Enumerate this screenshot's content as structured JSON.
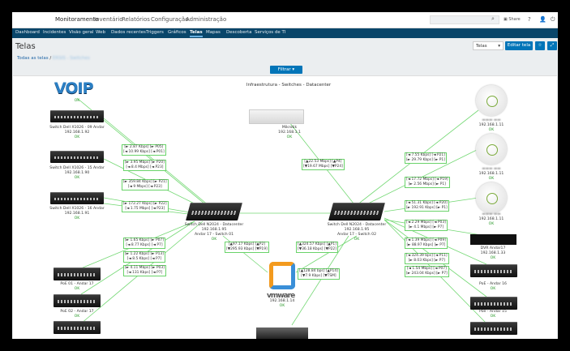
{
  "header": {
    "menu": [
      "Monitoramento",
      "Inventário",
      "Relatórios",
      "Configuração",
      "Administração"
    ],
    "share": "Share",
    "help": "?"
  },
  "nav": [
    "Dashboard",
    "Incidentes",
    "Visão geral",
    "Web",
    "Dados recentes",
    "Triggers",
    "Gráficos",
    "Telas",
    "Mapas",
    "Descoberta",
    "Serviços de TI"
  ],
  "page": {
    "title": "Telas",
    "select": "Telas",
    "edit": "Editar tela",
    "breadcrumb_root": "Todas as telas",
    "breadcrumb_sep": "/",
    "breadcrumb_current": "ERSIS - Switches",
    "filter": "Filtrar ▾"
  },
  "map": {
    "title": "Infraestrutura - Switches - Datacenter",
    "elements": [
      {
        "lines": [],
        "status": "OK"
      },
      {
        "lines": [
          "Switch Dell X1026 - 09 Andar",
          "192.168.1.92"
        ],
        "status": "OK"
      },
      {
        "lines": [
          "Switch Dell X1026 - 15 Andar",
          "192.168.1.90"
        ],
        "status": "OK"
      },
      {
        "lines": [
          "Switch Dell X1026 - 16 Andar",
          "192.168.1.91"
        ],
        "status": "OK"
      },
      {
        "lines": [
          "Mikrotik",
          "192.168.1.1"
        ],
        "status": "OK"
      },
      {
        "lines": [
          "Switch Dell N2024 - Datacenter",
          "192.168.1.95",
          "Andar 17 - Switch 01"
        ],
        "status": "OK"
      },
      {
        "lines": [
          "Switch Dell N2024 - Datacenter",
          "192.168.1.95",
          "Andar 17 - Switch 02"
        ],
        "status": "OK"
      },
      {
        "lines": [
          "192.168.1.11"
        ],
        "status": "OK"
      },
      {
        "lines": [
          "192.168.1.11"
        ],
        "status": "OK"
      },
      {
        "lines": [
          "192.168.1.11"
        ],
        "status": "OK"
      },
      {
        "lines": [
          "DVR Andar17",
          "192.168.1.33"
        ],
        "status": "OK"
      },
      {
        "lines": [
          "PoE - Andar 16"
        ],
        "status": "OK"
      },
      {
        "lines": [
          "Poe - Andar 15"
        ],
        "status": "OK"
      },
      {
        "lines": [
          "PoE 01 - Andar 17"
        ],
        "status": "OK"
      },
      {
        "lines": [
          "PoE 02 - Andar 17"
        ],
        "status": "OK"
      },
      {
        "lines": [
          "192.168.1.14"
        ],
        "status": "OK"
      }
    ],
    "logos": {
      "voip": "VOIP",
      "vmware": "vmware"
    },
    "links": [
      [
        "[► 2.87 Kbps] [► P05]",
        "[◄ 10.99 Kbps] [◄ P01]"
      ],
      [
        "[► 3.95 Mbps] [► P20]",
        "[◄ 8.4 Mbps] [◄ P23]"
      ],
      [
        "[► 359.84 Kbps] [► P21]",
        "[◄ 9 Mbps] [◄ P23]"
      ],
      [
        "[► 172.27 Kbps] [► P22]",
        "[◄ 1.75 Mbps] [◄ P23]"
      ],
      [
        "[▲22.53 Mbps] [▲P4]",
        "[▼19.67 Mbps] [▼P24]"
      ],
      [
        "[◄ 7.55 Kbps] [◄ P21]",
        "[► 29.79 Kbps] [► P1]"
      ],
      [
        "[◄ 17.72 Mbps] [◄ P19]",
        "[► 2.56 Mbps] [► P1]"
      ],
      [
        "[◄ 51.31 Kbps] [◄ P20]",
        "[► 192.91 Kbps] [► P1]"
      ],
      [
        "[◄ 2.29 Mbps] [◄ P03]",
        "[► 4.1 Mbps] [► P7]"
      ],
      [
        "[◄ 1.39 Mbps] [◄ P09]",
        "[► 88.97 Kbps] [► P7]"
      ],
      [
        "[◄ 324.39 bps] [◄ P11]",
        "[► 8.03 Kbps] [► P7]"
      ],
      [
        "[◄ 1.54 Mbps] [◄ P07]",
        "[► 243.04 Kbps] [► P7]"
      ],
      [
        "[► 1.65 Kbps] [► P07]",
        "[◄ 8.77 Kbps] [◄ P7]"
      ],
      [
        "[► 1.22 Kbps] [► P13]",
        "[◄ 8.5 Kbps] [◄ P7]"
      ],
      [
        "[► 4.11 Mbps] [► P03]",
        "[◄ 131 Kbps] [◄ P7]"
      ],
      [
        "[▲97.17 Kbps] [▲P2]",
        "[▼295.93 Kbps] [▼P19]"
      ],
      [
        "[▲324.57 Kbps] [▲P1]",
        "[▼36.18 Kbps] [▼P22]"
      ],
      [
        "[▲128.84 bps] [▲P14]",
        "[▼7.9 Kbps] [▼TSM]"
      ]
    ]
  }
}
